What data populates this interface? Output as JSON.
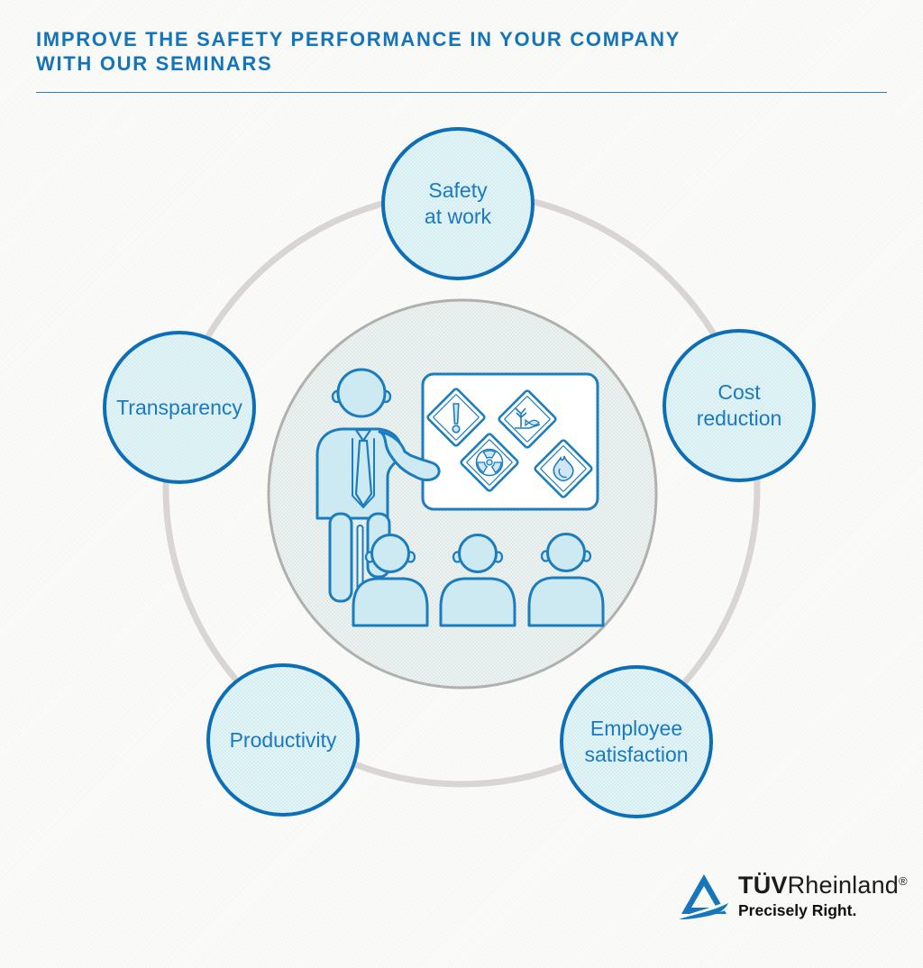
{
  "header": {
    "title_line1": "IMPROVE THE SAFETY PERFORMANCE IN YOUR COMPANY",
    "title_line2": "WITH OUR SEMINARS"
  },
  "diagram": {
    "center_icon": "safety-seminar-presentation",
    "board_icons": [
      "warning-sign",
      "environment-hazard-sign",
      "radiation-sign",
      "flammable-sign"
    ],
    "nodes": [
      {
        "id": "safety-at-work",
        "label": "Safety\nat work"
      },
      {
        "id": "transparency",
        "label": "Transparency"
      },
      {
        "id": "cost-reduction",
        "label": "Cost\nreduction"
      },
      {
        "id": "productivity",
        "label": "Productivity"
      },
      {
        "id": "employee-satisfaction",
        "label": "Employee\nsatisfaction"
      }
    ]
  },
  "branding": {
    "logo_text_bold": "TÜV",
    "logo_text_regular": "Rheinland",
    "registered_mark": "®",
    "tagline": "Precisely Right."
  },
  "colors": {
    "title_blue": "#1474ba",
    "node_border": "#0d6eb8",
    "node_fill": "#dcf0f3",
    "node_text": "#1a79c0",
    "figure_stroke": "#1b7dbe",
    "figure_fill": "#cdeaf3",
    "ring_gray": "#d9d5d4",
    "center_circle_border": "#b0b0b0",
    "logo_blue": "#1576bd"
  }
}
